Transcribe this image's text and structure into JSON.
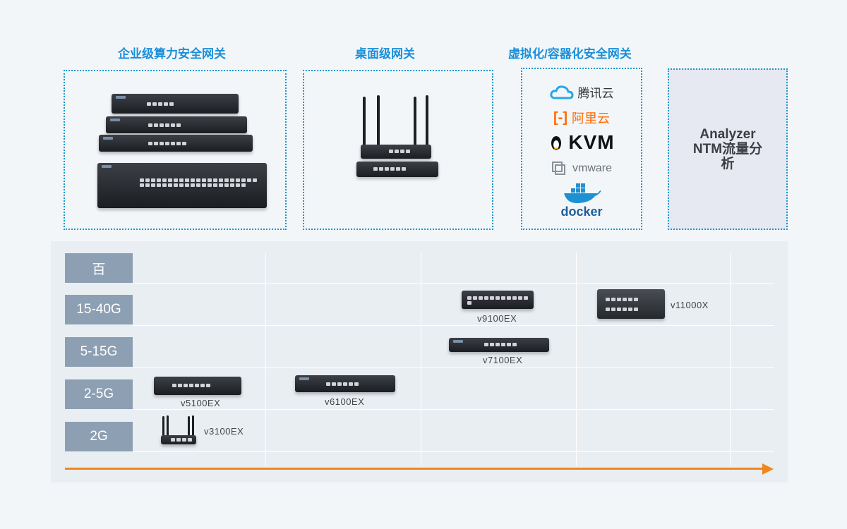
{
  "categories": {
    "enterprise": "企业级算力安全网关",
    "desktop": "桌面级网关",
    "virtual": "虚拟化/容器化安全网关"
  },
  "virtual_logos": {
    "tencent": "腾讯云",
    "aliyun": "阿里云",
    "kvm": "KVM",
    "vmware": "vmware",
    "docker": "docker"
  },
  "analyzer_label": "Analyzer\nNTM流量分\n析",
  "tiers": [
    "百",
    "15-40G",
    "5-15G",
    "2-5G",
    "2G"
  ],
  "models": {
    "v9100ex": "v9100EX",
    "v11000x": "v11000X",
    "v7100ex": "v7100EX",
    "v5100ex": "v5100EX",
    "v6100ex": "v6100EX",
    "v3100ex": "v3100EX"
  },
  "colors": {
    "accent_blue": "#1a8fd8",
    "tier_label_bg": "#8d9fb3",
    "arrow": "#f0871a",
    "analyzer_bg": "#e6e8f2"
  }
}
